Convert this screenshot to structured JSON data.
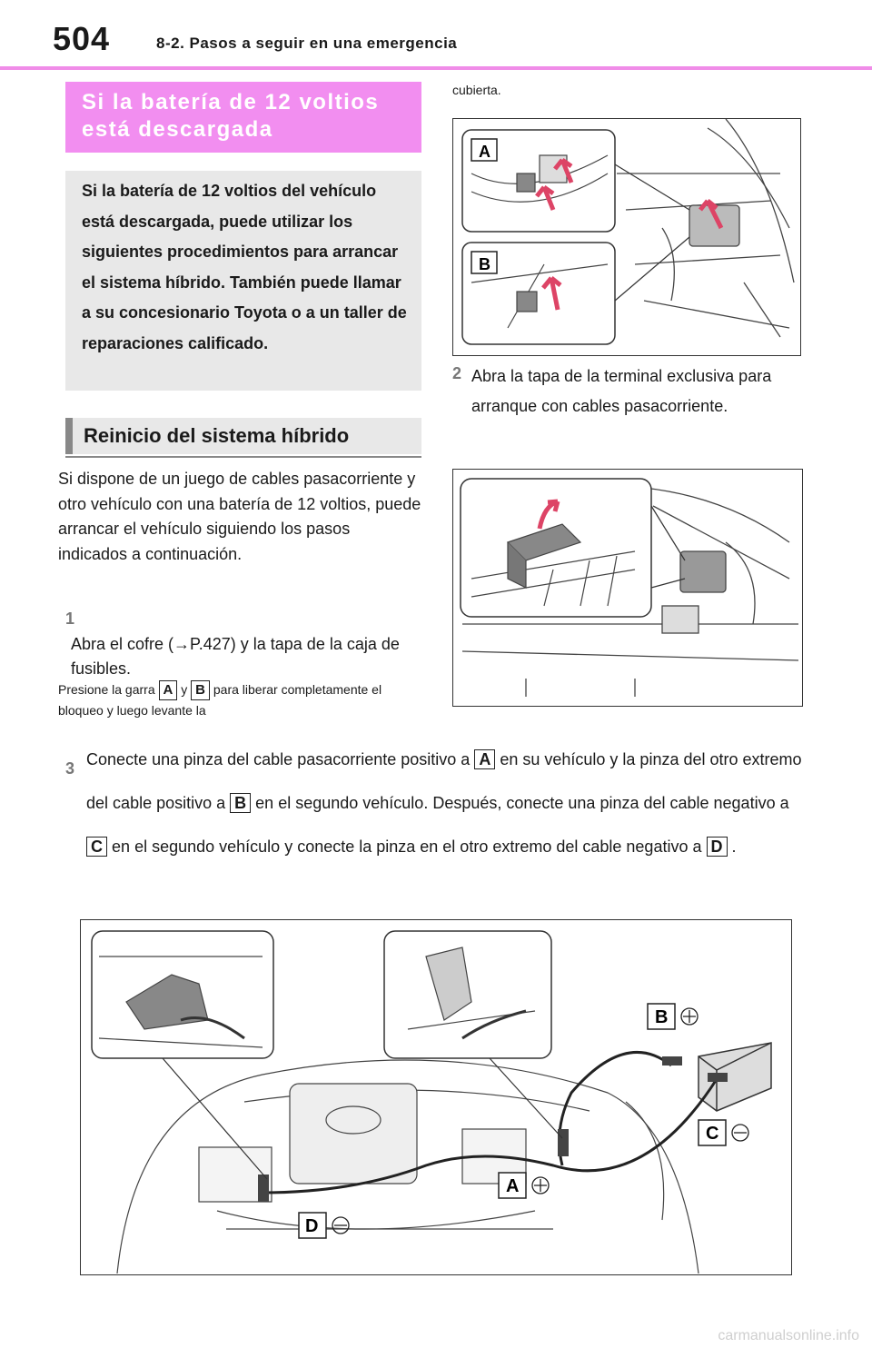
{
  "header": {
    "page_number": "504",
    "section": "8-2. Pasos a seguir en una emergencia"
  },
  "pink_title": "Si la batería de 12 voltios está descargada",
  "intro_text": "Si la batería de 12 voltios del vehículo está descargada, puede utilizar los siguientes procedimientos para arrancar el sistema híbrido. También puede llamar a su concesionario Toyota o a un taller de reparaciones calificado.",
  "subsection_title": "Reinicio del sistema híbrido",
  "para1": "Si dispone de un juego de cables pasacorriente y otro vehículo con una batería de 12 voltios, puede arrancar el vehículo siguiendo los pasos indicados a continuación.",
  "step1": {
    "num": "1",
    "text": "Abra el cofre (→P.427) y la tapa de la caja de fusibles."
  },
  "note1": {
    "part1": "Presione la garra",
    "a": "A",
    "mid": "y",
    "b": "B",
    "part2": "para liberar completamente el bloqueo y luego levante la",
    "cont": "cubierta."
  },
  "step2": {
    "num": "2",
    "text": "Abra la tapa de la terminal exclusiva para arranque con cables pasacorriente."
  },
  "step3": {
    "num": "3",
    "t1": "Conecte una pinza del cable pasacorriente positivo a",
    "a": "A",
    "t2": "en su vehículo y la pinza del otro extremo del cable positivo a",
    "b": "B",
    "t3": "en el segundo vehículo. Después, conecte una pinza del cable negativo a",
    "c": "C",
    "t4": "en el segundo vehículo y conecte la pinza en el otro extremo del cable negativo a",
    "d": "D",
    "t5": "."
  },
  "figure_labels": {
    "A": "A",
    "B": "B",
    "C": "C",
    "D": "D"
  },
  "watermark": "carmanualsonline.info",
  "colors": {
    "accent_pink": "#f28ef0",
    "gray_box": "#e8e8e8"
  }
}
